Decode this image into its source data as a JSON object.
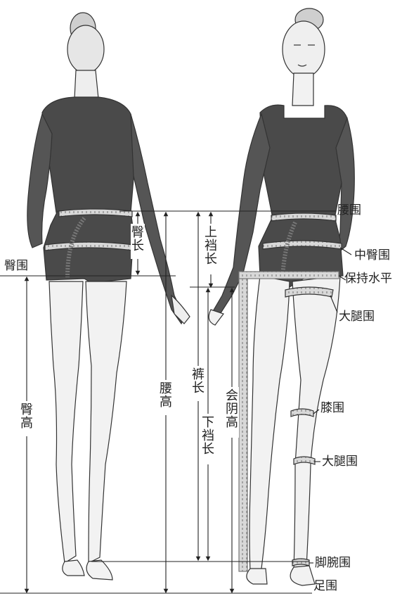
{
  "labels": {
    "waist_girth": "腰围",
    "mid_hip_girth": "中臀围",
    "keep_level": "保持水平",
    "thigh_girth_upper": "大腿围",
    "knee_girth": "膝围",
    "thigh_girth_lower": "大腿围",
    "ankle_girth": "脚腕围",
    "foot_girth": "足围",
    "hip_girth": "臀围"
  },
  "vertical_labels": {
    "hip_length": "臀长",
    "upper_crotch": "上裆长",
    "pants_length": "裤长",
    "waist_height": "腰高",
    "lower_crotch": "下裆长",
    "crotch_height": "会阴高",
    "hip_height": "臀高"
  },
  "colors": {
    "ink": "#222222",
    "garment": "#4a4a4a",
    "skin": "#f2f2f2",
    "tape": "#bdbdbd"
  }
}
